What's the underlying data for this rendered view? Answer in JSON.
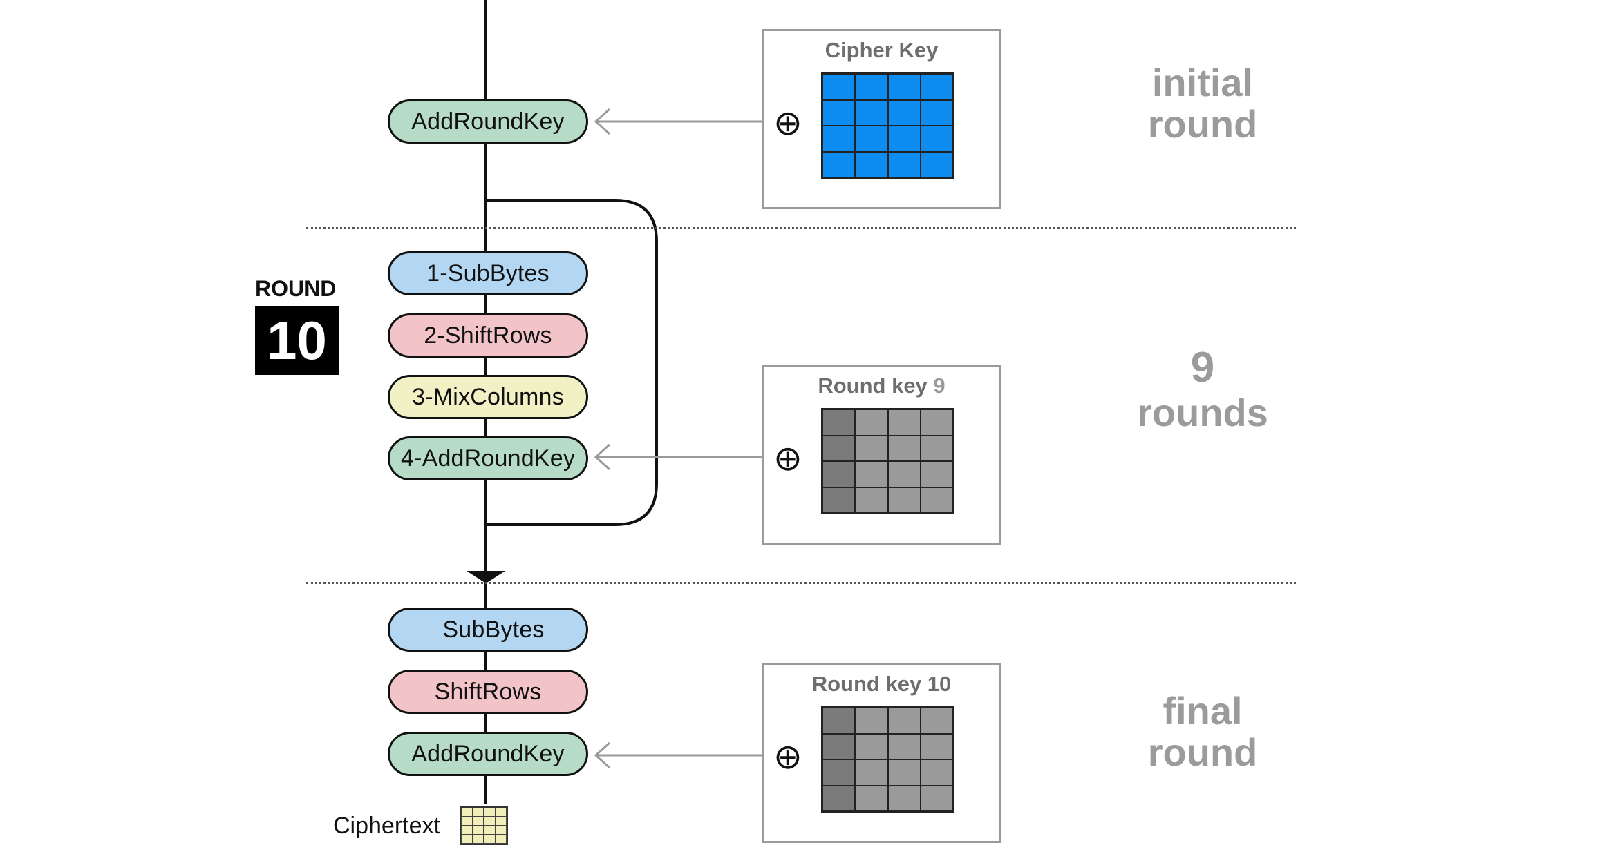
{
  "colors": {
    "green": "#b6dcc7",
    "blue": "#b3d7f2",
    "pink": "#f2c4c7",
    "yellow": "#f1f1c5",
    "cipher_key_fill": "#0f8cf0",
    "round_key_dark": "#7b7b7b",
    "round_key_light": "#9a9a9a",
    "ciphertext_fill": "#f2efba",
    "phase_text": "#9b9b9b",
    "arrow": "#9a9a9a"
  },
  "initial": {
    "step": "AddRoundKey",
    "key_title": "Cipher Key",
    "xor_symbol": "⊕",
    "phase_line1": "initial",
    "phase_line2": "round"
  },
  "main": {
    "round_label": "ROUND",
    "round_number": "10",
    "steps": [
      "1-SubBytes",
      "2-ShiftRows",
      "3-MixColumns",
      "4-AddRoundKey"
    ],
    "key_title": "Round key",
    "key_number": "9",
    "xor_symbol": "⊕",
    "phase_line1": "9",
    "phase_line2": "rounds"
  },
  "final": {
    "steps": [
      "SubBytes",
      "ShiftRows",
      "AddRoundKey"
    ],
    "key_title": "Round key 10",
    "xor_symbol": "⊕",
    "phase_line1": "final",
    "phase_line2": "round",
    "output_label": "Ciphertext"
  }
}
